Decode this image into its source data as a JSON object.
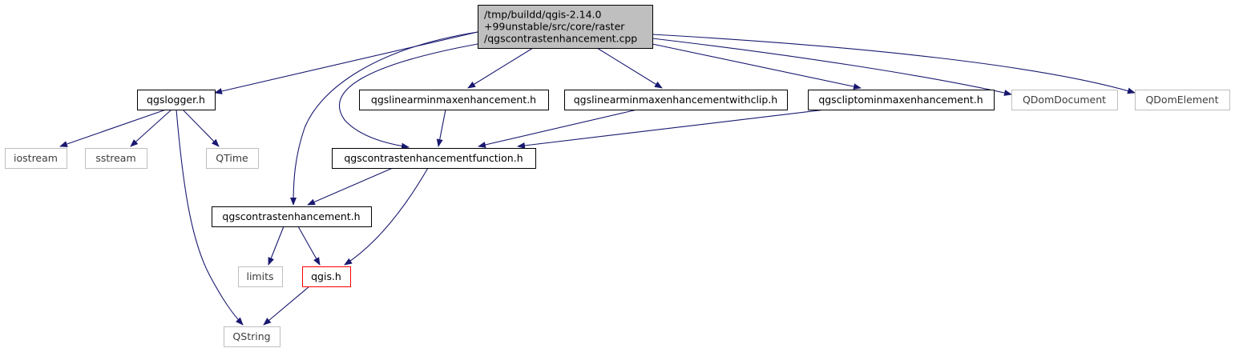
{
  "colors": {
    "edge": "#191970",
    "root_fill": "#bfbfbf",
    "root_border": "#000000",
    "header_border": "#000000",
    "external_border": "#bfbfbf",
    "incomplete_border": "#ff0000",
    "node_fill": "#ffffff"
  },
  "nodes": [
    {
      "id": "root",
      "kind": "root",
      "lines": [
        "/tmp/buildd/qgis-2.14.0",
        "+99unstable/src/core/raster",
        "/qgscontrastenhancement.cpp"
      ]
    },
    {
      "id": "qgslogger",
      "kind": "header",
      "lines": [
        "qgslogger.h"
      ]
    },
    {
      "id": "linear",
      "kind": "header",
      "lines": [
        "qgslinearminmaxenhancement.h"
      ]
    },
    {
      "id": "linearclip",
      "kind": "header",
      "lines": [
        "qgslinearminmaxenhancementwithclip.h"
      ]
    },
    {
      "id": "clipto",
      "kind": "header",
      "lines": [
        "qgscliptominmaxenhancement.h"
      ]
    },
    {
      "id": "qdomdoc",
      "kind": "external",
      "lines": [
        "QDomDocument"
      ]
    },
    {
      "id": "qdomel",
      "kind": "external",
      "lines": [
        "QDomElement"
      ]
    },
    {
      "id": "iostream",
      "kind": "external",
      "lines": [
        "iostream"
      ]
    },
    {
      "id": "sstream",
      "kind": "external",
      "lines": [
        "sstream"
      ]
    },
    {
      "id": "qtime",
      "kind": "external",
      "lines": [
        "QTime"
      ]
    },
    {
      "id": "func",
      "kind": "header",
      "lines": [
        "qgscontrastenhancementfunction.h"
      ]
    },
    {
      "id": "ce",
      "kind": "header",
      "lines": [
        "qgscontrastenhancement.h"
      ]
    },
    {
      "id": "limits",
      "kind": "external",
      "lines": [
        "limits"
      ]
    },
    {
      "id": "qgis",
      "kind": "incomplete",
      "lines": [
        "qgis.h"
      ]
    },
    {
      "id": "qstring",
      "kind": "external",
      "lines": [
        "QString"
      ]
    }
  ],
  "edges": [
    {
      "from": "root",
      "to": "qgslogger"
    },
    {
      "from": "root",
      "to": "linear"
    },
    {
      "from": "root",
      "to": "linearclip"
    },
    {
      "from": "root",
      "to": "clipto"
    },
    {
      "from": "root",
      "to": "qdomdoc"
    },
    {
      "from": "root",
      "to": "qdomel"
    },
    {
      "from": "root",
      "to": "func"
    },
    {
      "from": "root",
      "to": "ce"
    },
    {
      "from": "qgslogger",
      "to": "iostream"
    },
    {
      "from": "qgslogger",
      "to": "sstream"
    },
    {
      "from": "qgslogger",
      "to": "qtime"
    },
    {
      "from": "qgslogger",
      "to": "qstring"
    },
    {
      "from": "linear",
      "to": "func"
    },
    {
      "from": "linearclip",
      "to": "func"
    },
    {
      "from": "clipto",
      "to": "func"
    },
    {
      "from": "func",
      "to": "ce"
    },
    {
      "from": "func",
      "to": "qgis"
    },
    {
      "from": "ce",
      "to": "limits"
    },
    {
      "from": "ce",
      "to": "qgis"
    },
    {
      "from": "qgis",
      "to": "qstring"
    }
  ]
}
